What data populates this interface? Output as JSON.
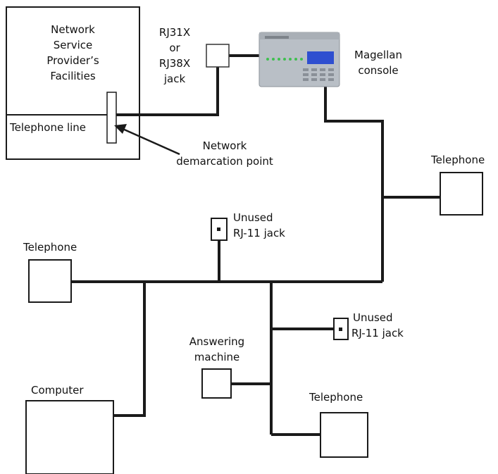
{
  "labels": {
    "provider_l1": "Network",
    "provider_l2": "Service",
    "provider_l3": "Provider’s",
    "provider_l4": "Facilities",
    "telephone_line": "Telephone line",
    "demarc_l1": "Network",
    "demarc_l2": "demarcation point",
    "jack_type_l1": "RJ31X",
    "jack_type_l2": "or",
    "jack_type_l3": "RJ38X",
    "jack_type_l4": "jack",
    "console_l1": "Magellan",
    "console_l2": "console",
    "telephone_right": "Telephone",
    "unused_jack_top_l1": "Unused",
    "unused_jack_top_l2": "RJ-11 jack",
    "telephone_left": "Telephone",
    "unused_jack_mid_l1": "Unused",
    "unused_jack_mid_l2": "RJ-11 jack",
    "answering_l1": "Answering",
    "answering_l2": "machine",
    "computer": "Computer",
    "telephone_bottom": "Telephone"
  },
  "colors": {
    "wire": "#1a1a1a",
    "console_body": "#b9bfc6",
    "console_display": "#2f4fd0",
    "console_led": "#3fbf4f"
  }
}
